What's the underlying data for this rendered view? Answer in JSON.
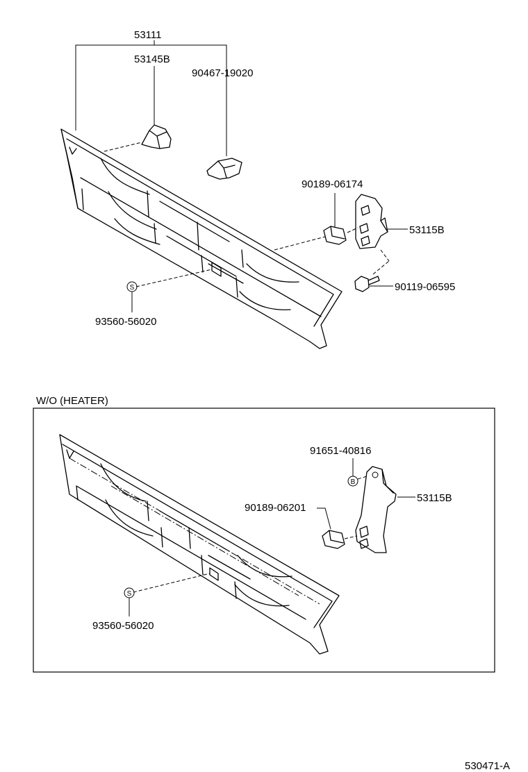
{
  "upper": {
    "labels": {
      "p53111": "53111",
      "p53145b": "53145B",
      "p90467": "90467-19020",
      "p90189_06174": "90189-06174",
      "p53115b": "53115B",
      "p90119": "90119-06595",
      "p93560": "93560-56020",
      "symbol_s": "S"
    }
  },
  "lower": {
    "section_title": "W/O (HEATER)",
    "labels": {
      "p91651": "91651-40816",
      "p90189_06201": "90189-06201",
      "p53115b": "53115B",
      "p93560": "93560-56020",
      "symbol_b": "B",
      "symbol_s": "S"
    }
  },
  "figure_code": "530471-A"
}
